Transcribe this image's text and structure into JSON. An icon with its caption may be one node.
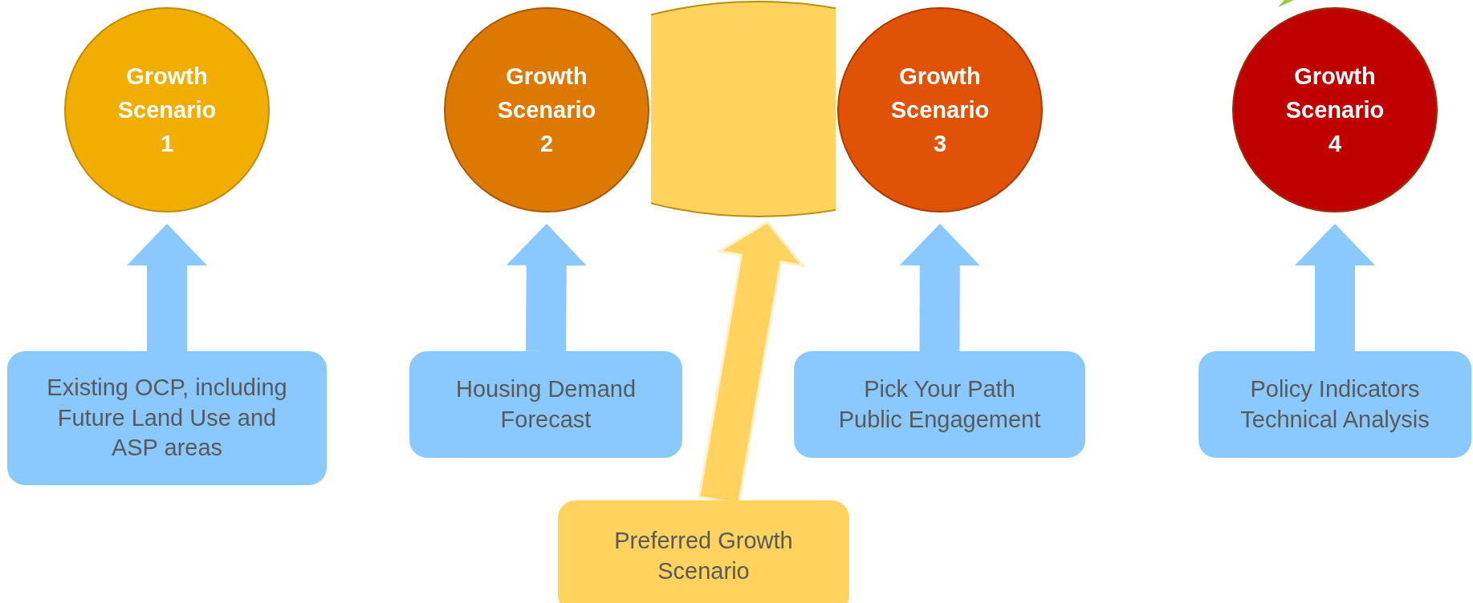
{
  "diagram": {
    "nodes": [
      {
        "text": [
          "Growth Scenario 1"
        ]
      },
      {
        "text": [
          "Growth Scenario 2"
        ]
      },
      {
        "text": [],
        "shape": "ellipse"
      },
      {
        "text": [
          "Growth Scenario 3"
        ]
      },
      {
        "text": [
          "Growth Scenario 4"
        ]
      },
      {
        "text": [
          "Existing OCP, including Future Land Use and ASP areas"
        ]
      },
      {
        "text": [
          "Housing Demand Forecast"
        ]
      },
      {
        "text": [
          "Pick Your Path Public Engagement"
        ]
      },
      {
        "text": [
          "Policy Indicators Technical Analysis"
        ]
      },
      {
        "text": [
          "Preferred Growth Scenario"
        ]
      }
    ],
    "edges": [
      {
        "from": 5,
        "to": 0,
        "arrow": "to",
        "style": "thick"
      },
      {
        "from": 6,
        "to": 1,
        "arrow": "to",
        "style": "thick"
      },
      {
        "from": 7,
        "to": 3,
        "arrow": "to",
        "style": "thick"
      },
      {
        "from": 8,
        "to": 4,
        "arrow": "to",
        "style": "thick"
      },
      {
        "from": 9,
        "to": 2,
        "arrow": "to",
        "style": "thick",
        "color": "#ffd35e"
      }
    ]
  }
}
